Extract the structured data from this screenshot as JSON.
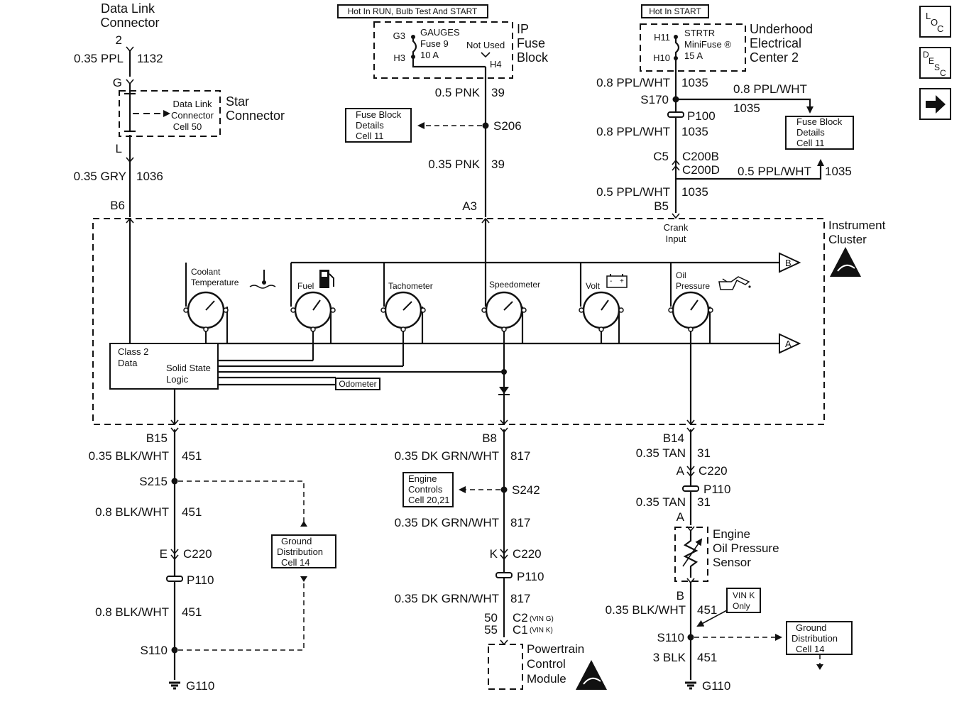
{
  "top": {
    "dlc_title": [
      "Data Link",
      "Connector"
    ],
    "dlc_pin": "2",
    "dlc_wire": "0.35 PPL",
    "dlc_circuit": "1132",
    "star_g": "G",
    "star_l": "L",
    "star_inner": [
      "Data Link",
      "Connector",
      "Cell 50"
    ],
    "star_title": [
      "Star",
      "Connector"
    ],
    "gry_wire": "0.35 GRY",
    "gry_circuit": "1036",
    "b6": "B6",
    "hot_run": "Hot In RUN, Bulb Test And START",
    "g3": "G3",
    "h3": "H3",
    "gauges_fuse": [
      "GAUGES",
      "Fuse 9",
      "10 A"
    ],
    "not_used": "Not Used",
    "h4": "H4",
    "ip_fuse": [
      "IP",
      "Fuse",
      "Block"
    ],
    "pnk_wire1": "0.5 PNK",
    "pnk_circuit1": "39",
    "fbd1": [
      "Fuse Block",
      "Details",
      "Cell 11"
    ],
    "s206": "S206",
    "pnk_wire2": "0.35 PNK",
    "pnk_circuit2": "39",
    "a3": "A3",
    "hot_start": "Hot In START",
    "h11": "H11",
    "h10": "H10",
    "strtr_fuse": [
      "STRTR",
      "MiniFuse ®",
      "15 A"
    ],
    "uec": [
      "Underhood",
      "Electrical",
      "Center 2"
    ],
    "ppl_wire1": "0.8 PPL/WHT",
    "ppl_circuit1": "1035",
    "s170": "S170",
    "ppl_branch_wire": "0.8 PPL/WHT",
    "ppl_branch_circuit": "1035",
    "fbd2": [
      "Fuse Block",
      "Details",
      "Cell 11"
    ],
    "p100": "P100",
    "ppl_wire2": "0.8 PPL/WHT",
    "ppl_circuit2": "1035",
    "c5": "C5",
    "c200b": "C200B",
    "c200d": "C200D",
    "ppl_branch2_wire": "0.5 PPL/WHT",
    "ppl_branch2_circuit": "1035",
    "ppl_wire3": "0.5 PPL/WHT",
    "ppl_circuit3": "1035",
    "b5": "B5"
  },
  "cluster": {
    "title": [
      "Instrument",
      "Cluster"
    ],
    "crank": [
      "Crank",
      "Input"
    ],
    "gauges": {
      "coolant": [
        "Coolant",
        "Temperature"
      ],
      "fuel": "Fuel",
      "tach": "Tachometer",
      "speedo": "Speedometer",
      "volt": "Volt",
      "oil": [
        "Oil",
        "Pressure"
      ]
    },
    "logic": {
      "class2": [
        "Class 2",
        "Data"
      ],
      "ssl": [
        "Solid State",
        "Logic"
      ]
    },
    "odometer": "Odometer",
    "bus_b": "B",
    "bus_a": "A"
  },
  "bottom": {
    "left": {
      "b15": "B15",
      "w1": "0.35 BLK/WHT",
      "c1": "451",
      "s215": "S215",
      "w2": "0.8 BLK/WHT",
      "c2": "451",
      "e": "E",
      "c220": "C220",
      "p110": "P110",
      "w3": "0.8 BLK/WHT",
      "c3": "451",
      "s110": "S110",
      "g110": "G110",
      "gnd": [
        "Ground",
        "Distribution",
        "Cell 14"
      ]
    },
    "mid": {
      "b8": "B8",
      "w1": "0.35 DK GRN/WHT",
      "c1": "817",
      "ec": [
        "Engine",
        "Controls",
        "Cell 20,21"
      ],
      "s242": "S242",
      "w2": "0.35 DK GRN/WHT",
      "c2": "817",
      "k": "K",
      "c220": "C220",
      "p110": "P110",
      "w3": "0.35 DK GRN/WHT",
      "c3": "817",
      "pin50": "50",
      "c2conn": "C2",
      "ving": "(VIN G)",
      "pin55": "55",
      "c1conn": "C1",
      "vink": "(VIN K)",
      "pcm": [
        "Powertrain",
        "Control",
        "Module"
      ]
    },
    "right": {
      "b14": "B14",
      "w1": "0.35 TAN",
      "c1": "31",
      "a1": "A",
      "c220": "C220",
      "p110": "P110",
      "w2": "0.35 TAN",
      "c2": "31",
      "a2": "A",
      "sensor": [
        "Engine",
        "Oil Pressure",
        "Sensor"
      ],
      "b": "B",
      "w3": "0.35 BLK/WHT",
      "c3": "451",
      "vin": [
        "VIN K",
        "Only"
      ],
      "s110": "S110",
      "gnd": [
        "Ground",
        "Distribution",
        "Cell 14"
      ],
      "w4": "3 BLK",
      "c4": "451",
      "g110": "G110"
    }
  },
  "nav": {
    "loc": [
      "L",
      "O",
      "C"
    ],
    "desc": [
      "D",
      "E",
      "S",
      "C"
    ],
    "next": "→"
  }
}
